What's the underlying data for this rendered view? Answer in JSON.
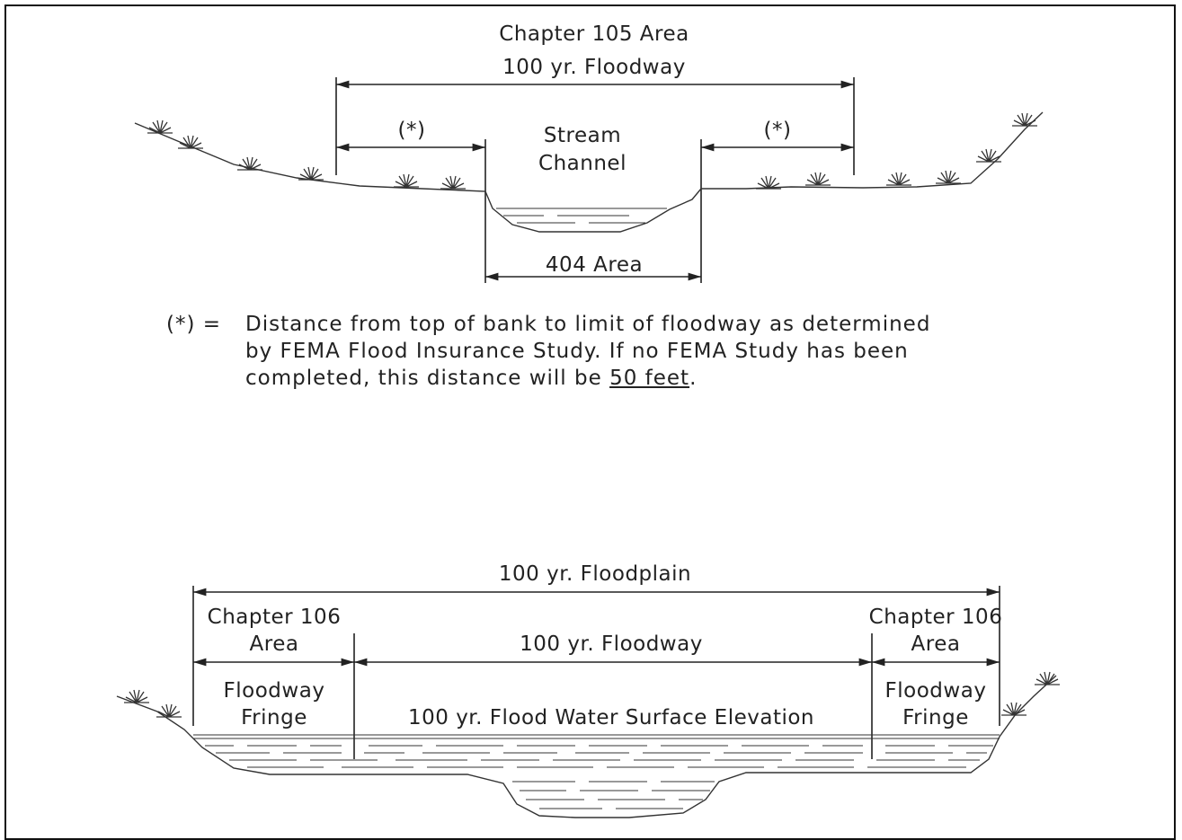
{
  "top_diagram": {
    "title_chapter105": "Chapter 105 Area",
    "title_floodway": "100 yr. Floodway",
    "left_dim": "(*)",
    "right_dim": "(*)",
    "channel_line1": "Stream",
    "channel_line2": "Channel",
    "area_404": "404 Area"
  },
  "footnote": {
    "marker": "(*) =",
    "line1": "Distance from top of bank to limit of floodway as determined",
    "line2": "by FEMA Flood Insurance Study.  If no FEMA Study has been",
    "line3_before": "completed, this distance will be ",
    "line3_underlined": "50 feet",
    "line3_after": "."
  },
  "bottom_diagram": {
    "floodplain": "100 yr. Floodplain",
    "left_chapter": "Chapter 106",
    "left_area": "Area",
    "right_chapter": "Chapter 106",
    "right_area": "Area",
    "floodway": "100 yr. Floodway",
    "left_fringe_1": "Floodway",
    "left_fringe_2": "Fringe",
    "right_fringe_1": "Floodway",
    "right_fringe_2": "Fringe",
    "water_surface": "100 yr. Flood Water Surface Elevation"
  }
}
